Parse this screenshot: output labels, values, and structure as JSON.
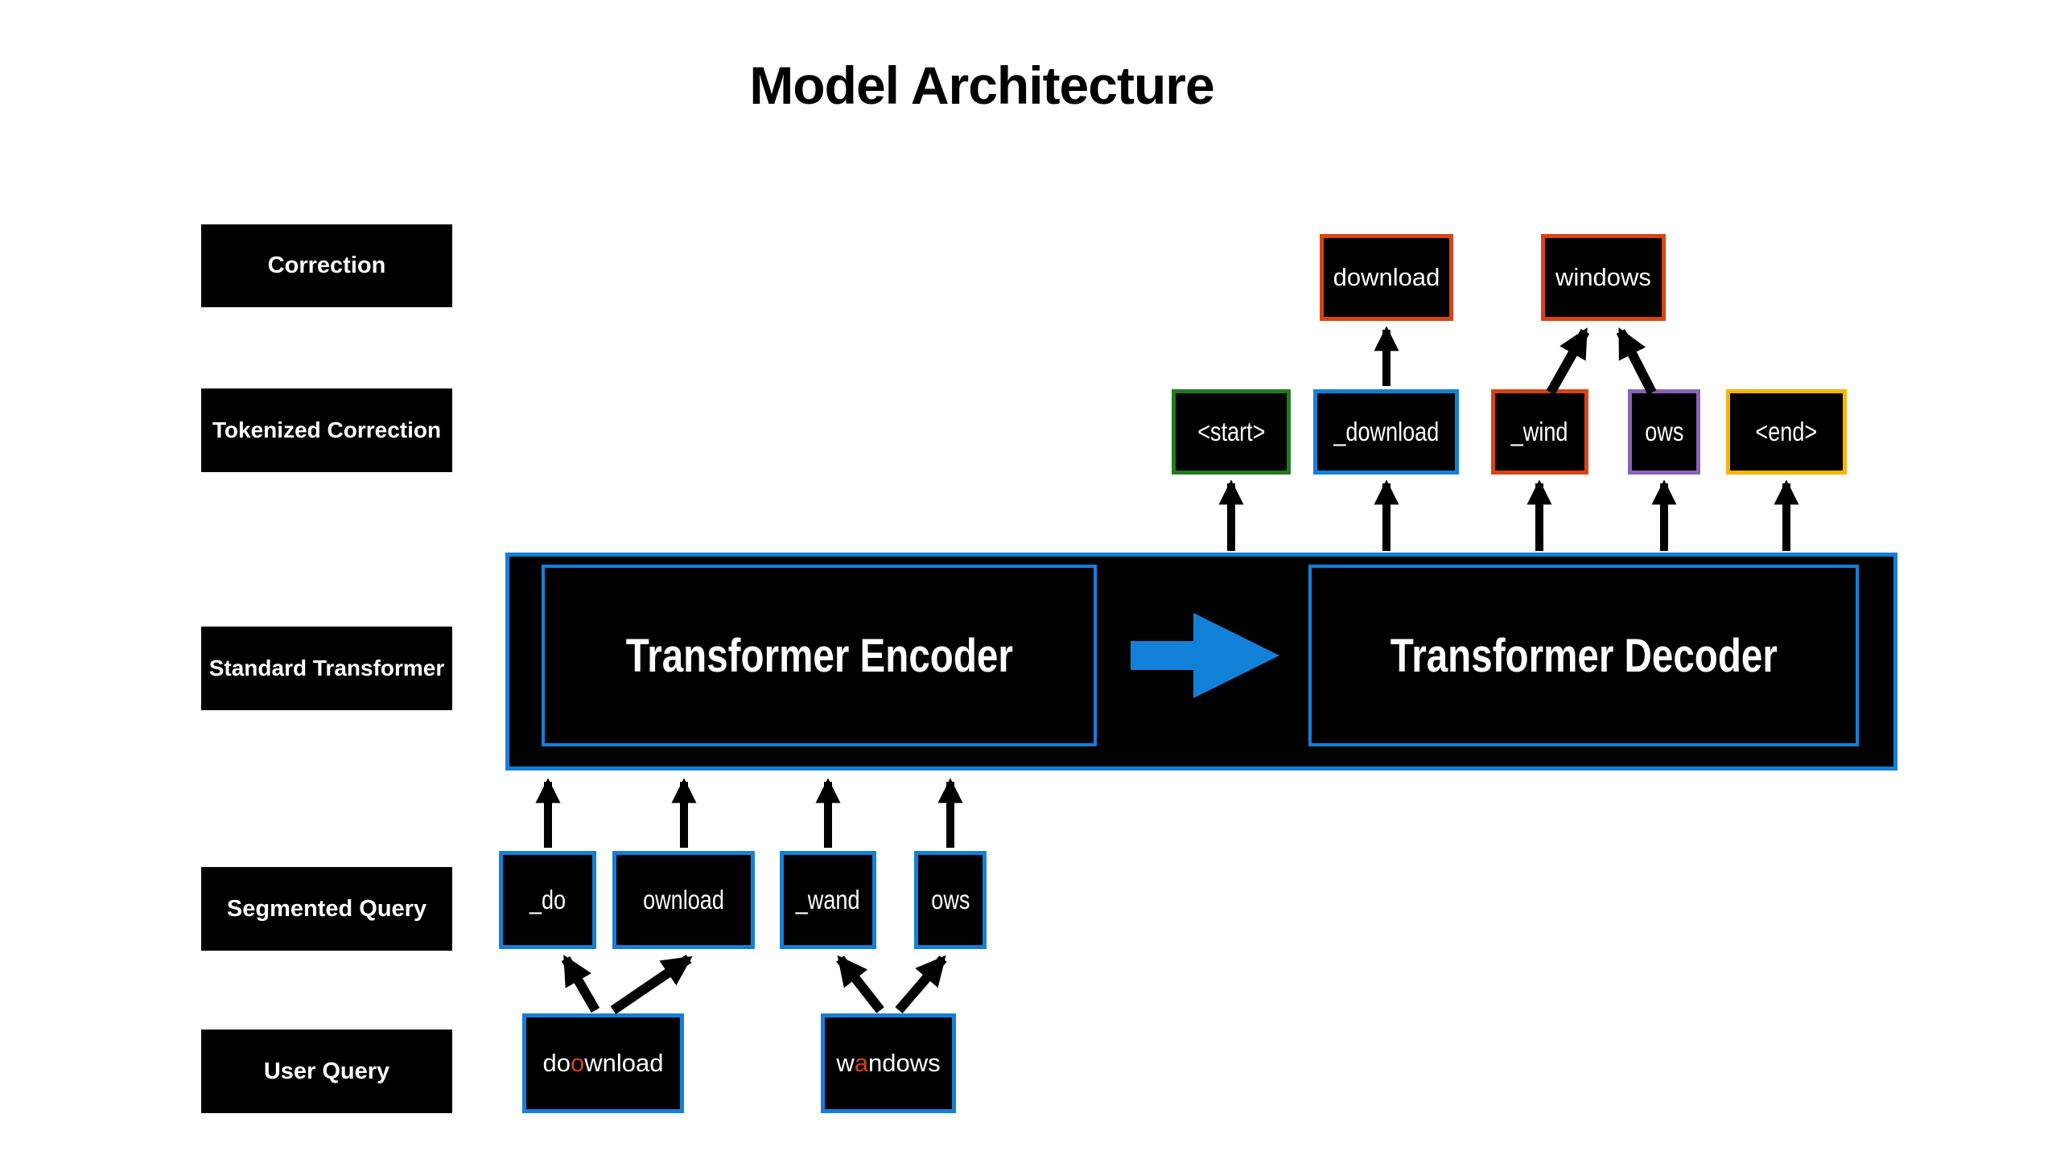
{
  "title": "Model Architecture",
  "colors": {
    "blue": "#1380D8",
    "green": "#217C21",
    "orangered": "#D84315",
    "purple": "#8764B8",
    "yellow": "#F7B500",
    "arrow_black": "#000000",
    "typo_letter": "#D8430D"
  },
  "row_labels": {
    "correction": "Correction",
    "tokenized_correction": "Tokenized Correction",
    "standard_transformer": "Standard Transformer",
    "segmented_query": "Segmented Query",
    "user_query": "User Query"
  },
  "transformer": {
    "encoder_label": "Transformer Encoder",
    "decoder_label": "Transformer Decoder"
  },
  "correction_words": {
    "word1": "download",
    "word2": "windows"
  },
  "tokenized_correction_tokens": {
    "start": "<start>",
    "t1": "_download",
    "t2": "_wind",
    "t3": "ows",
    "end": "<end>"
  },
  "segmented_query_tokens": {
    "t1": "_do",
    "t2": "ownload",
    "t3": "_wand",
    "t4": "ows"
  },
  "user_query_words": {
    "q1": {
      "prefix": "do",
      "typo": "o",
      "suffix": "wnload"
    },
    "q2": {
      "prefix": "w",
      "typo": "a",
      "suffix": "ndows"
    }
  }
}
